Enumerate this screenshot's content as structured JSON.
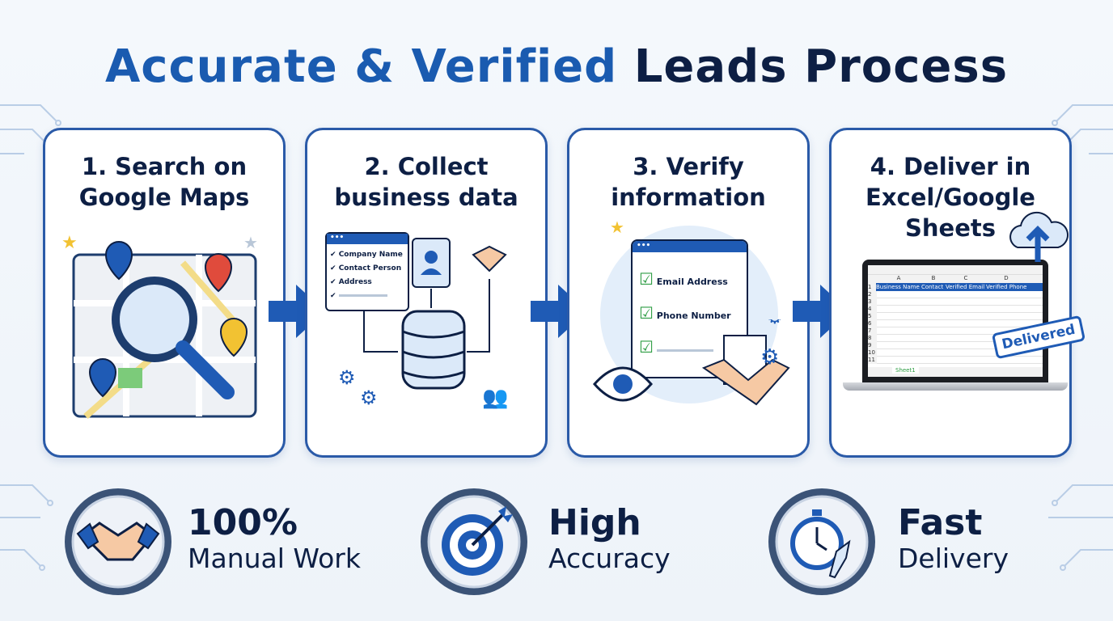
{
  "title": {
    "part1": "Accurate & Verified",
    "part2": "Leads Process"
  },
  "steps": [
    {
      "label": "1. Search on Google Maps"
    },
    {
      "label": "2. Collect business data",
      "form": [
        "Company Name",
        "Contact Person",
        "Address"
      ]
    },
    {
      "label": "3. Verify information",
      "checks": [
        "Email Address",
        "Phone Number"
      ]
    },
    {
      "label": "4. Deliver in Excel/Google Sheets",
      "sheet": {
        "columns": [
          "A",
          "B",
          "C",
          "D"
        ],
        "headers": [
          "Business Name",
          "Contact",
          "Verified Email",
          "Verified Phone"
        ],
        "rows": [
          "1",
          "2",
          "3",
          "4",
          "5",
          "6",
          "7",
          "8",
          "9",
          "10",
          "11"
        ],
        "tab": "Sheet1"
      },
      "stamp": "Delivered"
    }
  ],
  "features": [
    {
      "title": "100%",
      "subtitle": "Manual Work",
      "icon": "handshake-icon"
    },
    {
      "title": "High",
      "subtitle": "Accuracy",
      "icon": "target-icon"
    },
    {
      "title": "Fast",
      "subtitle": "Delivery",
      "icon": "stopwatch-rocket-icon"
    }
  ],
  "colors": {
    "primary": "#1a5bb0",
    "navy": "#0d1f44",
    "border": "#2a5aa8"
  }
}
